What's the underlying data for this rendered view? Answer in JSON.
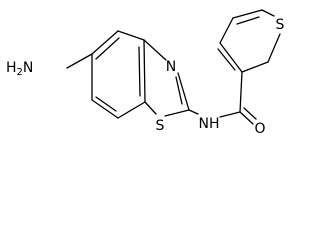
{
  "molecule": {
    "atom_labels": {
      "amine": "H2N",
      "thiazole_n": "N",
      "thiazole_s": "S",
      "amide_nh": "NH",
      "carbonyl_o": "O",
      "thiophene_s": "S"
    }
  },
  "colors": {
    "bond": "#000000",
    "label": "#000000",
    "background": "#ffffff"
  }
}
